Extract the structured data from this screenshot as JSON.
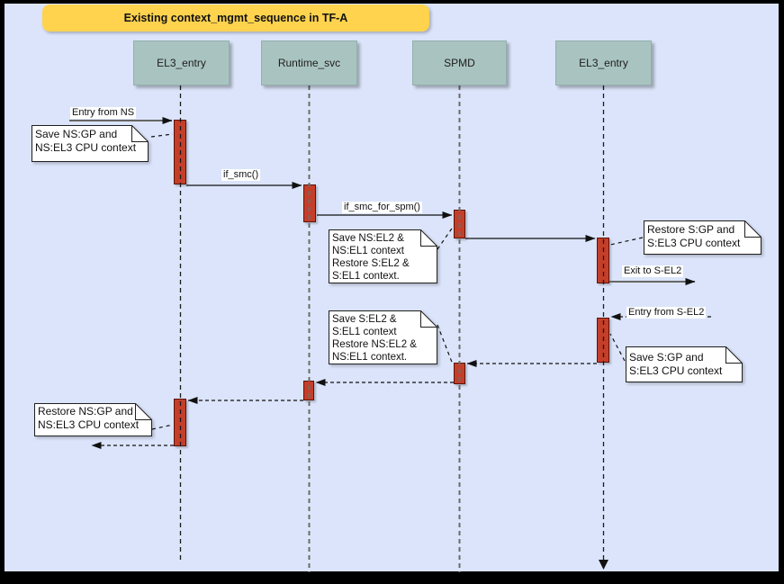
{
  "title": {
    "text": "Existing context_mgmt_sequence in TF-A"
  },
  "lifelines": [
    {
      "id": "el3-entry-left",
      "label": "EL3_entry"
    },
    {
      "id": "runtime-svc",
      "label": "Runtime_svc"
    },
    {
      "id": "spmd",
      "label": "SPMD"
    },
    {
      "id": "el3-entry-right",
      "label": "EL3_entry"
    }
  ],
  "messages": {
    "entry_from_ns": "Entry from NS",
    "if_smc": "if_smc()",
    "if_smc_for_spm": "if_smc_for_spm()",
    "exit_to_s_el2": "Exit to S-EL2",
    "entry_from_s_el2": "Entry from S-EL2"
  },
  "notes": {
    "save_ns_gp_note": "Save NS:GP and\nNS:EL3 CPU context",
    "save_ns_el2_note": "Save NS:EL2 &\nNS:EL1 context\nRestore S:EL2 &\nS:EL1 context.",
    "restore_s_gp_note": "Restore S:GP and\nS:EL3 CPU context",
    "save_s_el2_note": "Save S:EL2 &\nS:EL1 context\nRestore NS:EL2 &\nNS:EL1 context.",
    "save_s_gp_note": "Save S:GP and\nS:EL3 CPU context",
    "restore_ns_gp_note": "Restore NS:GP and\nNS:EL3 CPU context"
  },
  "colors": {
    "background": "#dbe4fa",
    "frame": "#000000",
    "title_fill": "#ffd34e",
    "lifeline_header_fill": "#a9c4c0",
    "activation_fill": "#c53e29",
    "activation_border": "#5b130b",
    "note_fill": "#ffffff",
    "lifeline_gray": "#6b6b6b"
  }
}
